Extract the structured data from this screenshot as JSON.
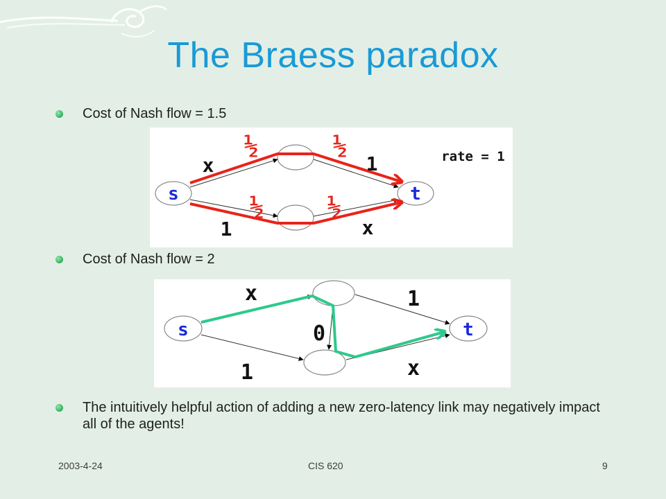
{
  "slide": {
    "title": "The Braess paradox",
    "bullets": [
      "Cost of Nash flow = 1.5",
      "Cost of Nash flow = 2",
      "The intuitively helpful action of adding a new zero-latency link may negatively impact all of the agents!"
    ],
    "footer": {
      "date": "2003-4-24",
      "course": "CIS 620",
      "page": "9"
    }
  },
  "diagram1": {
    "source_label": "s",
    "target_label": "t",
    "rate_label": "rate = 1",
    "edge_top_left": "x",
    "edge_top_right": "1",
    "edge_bottom_left": "1",
    "edge_bottom_right": "x",
    "flow_fraction": "½",
    "flow_color": "#e8231a"
  },
  "diagram2": {
    "source_label": "s",
    "target_label": "t",
    "edge_top_left": "x",
    "edge_top_right": "1",
    "edge_middle": "0",
    "edge_bottom_left": "1",
    "edge_bottom_right": "x",
    "flow_color": "#2ec98c"
  },
  "colors": {
    "title": "#1a9ad6",
    "background": "#e3efe6",
    "node_label": "#1b2adb"
  }
}
